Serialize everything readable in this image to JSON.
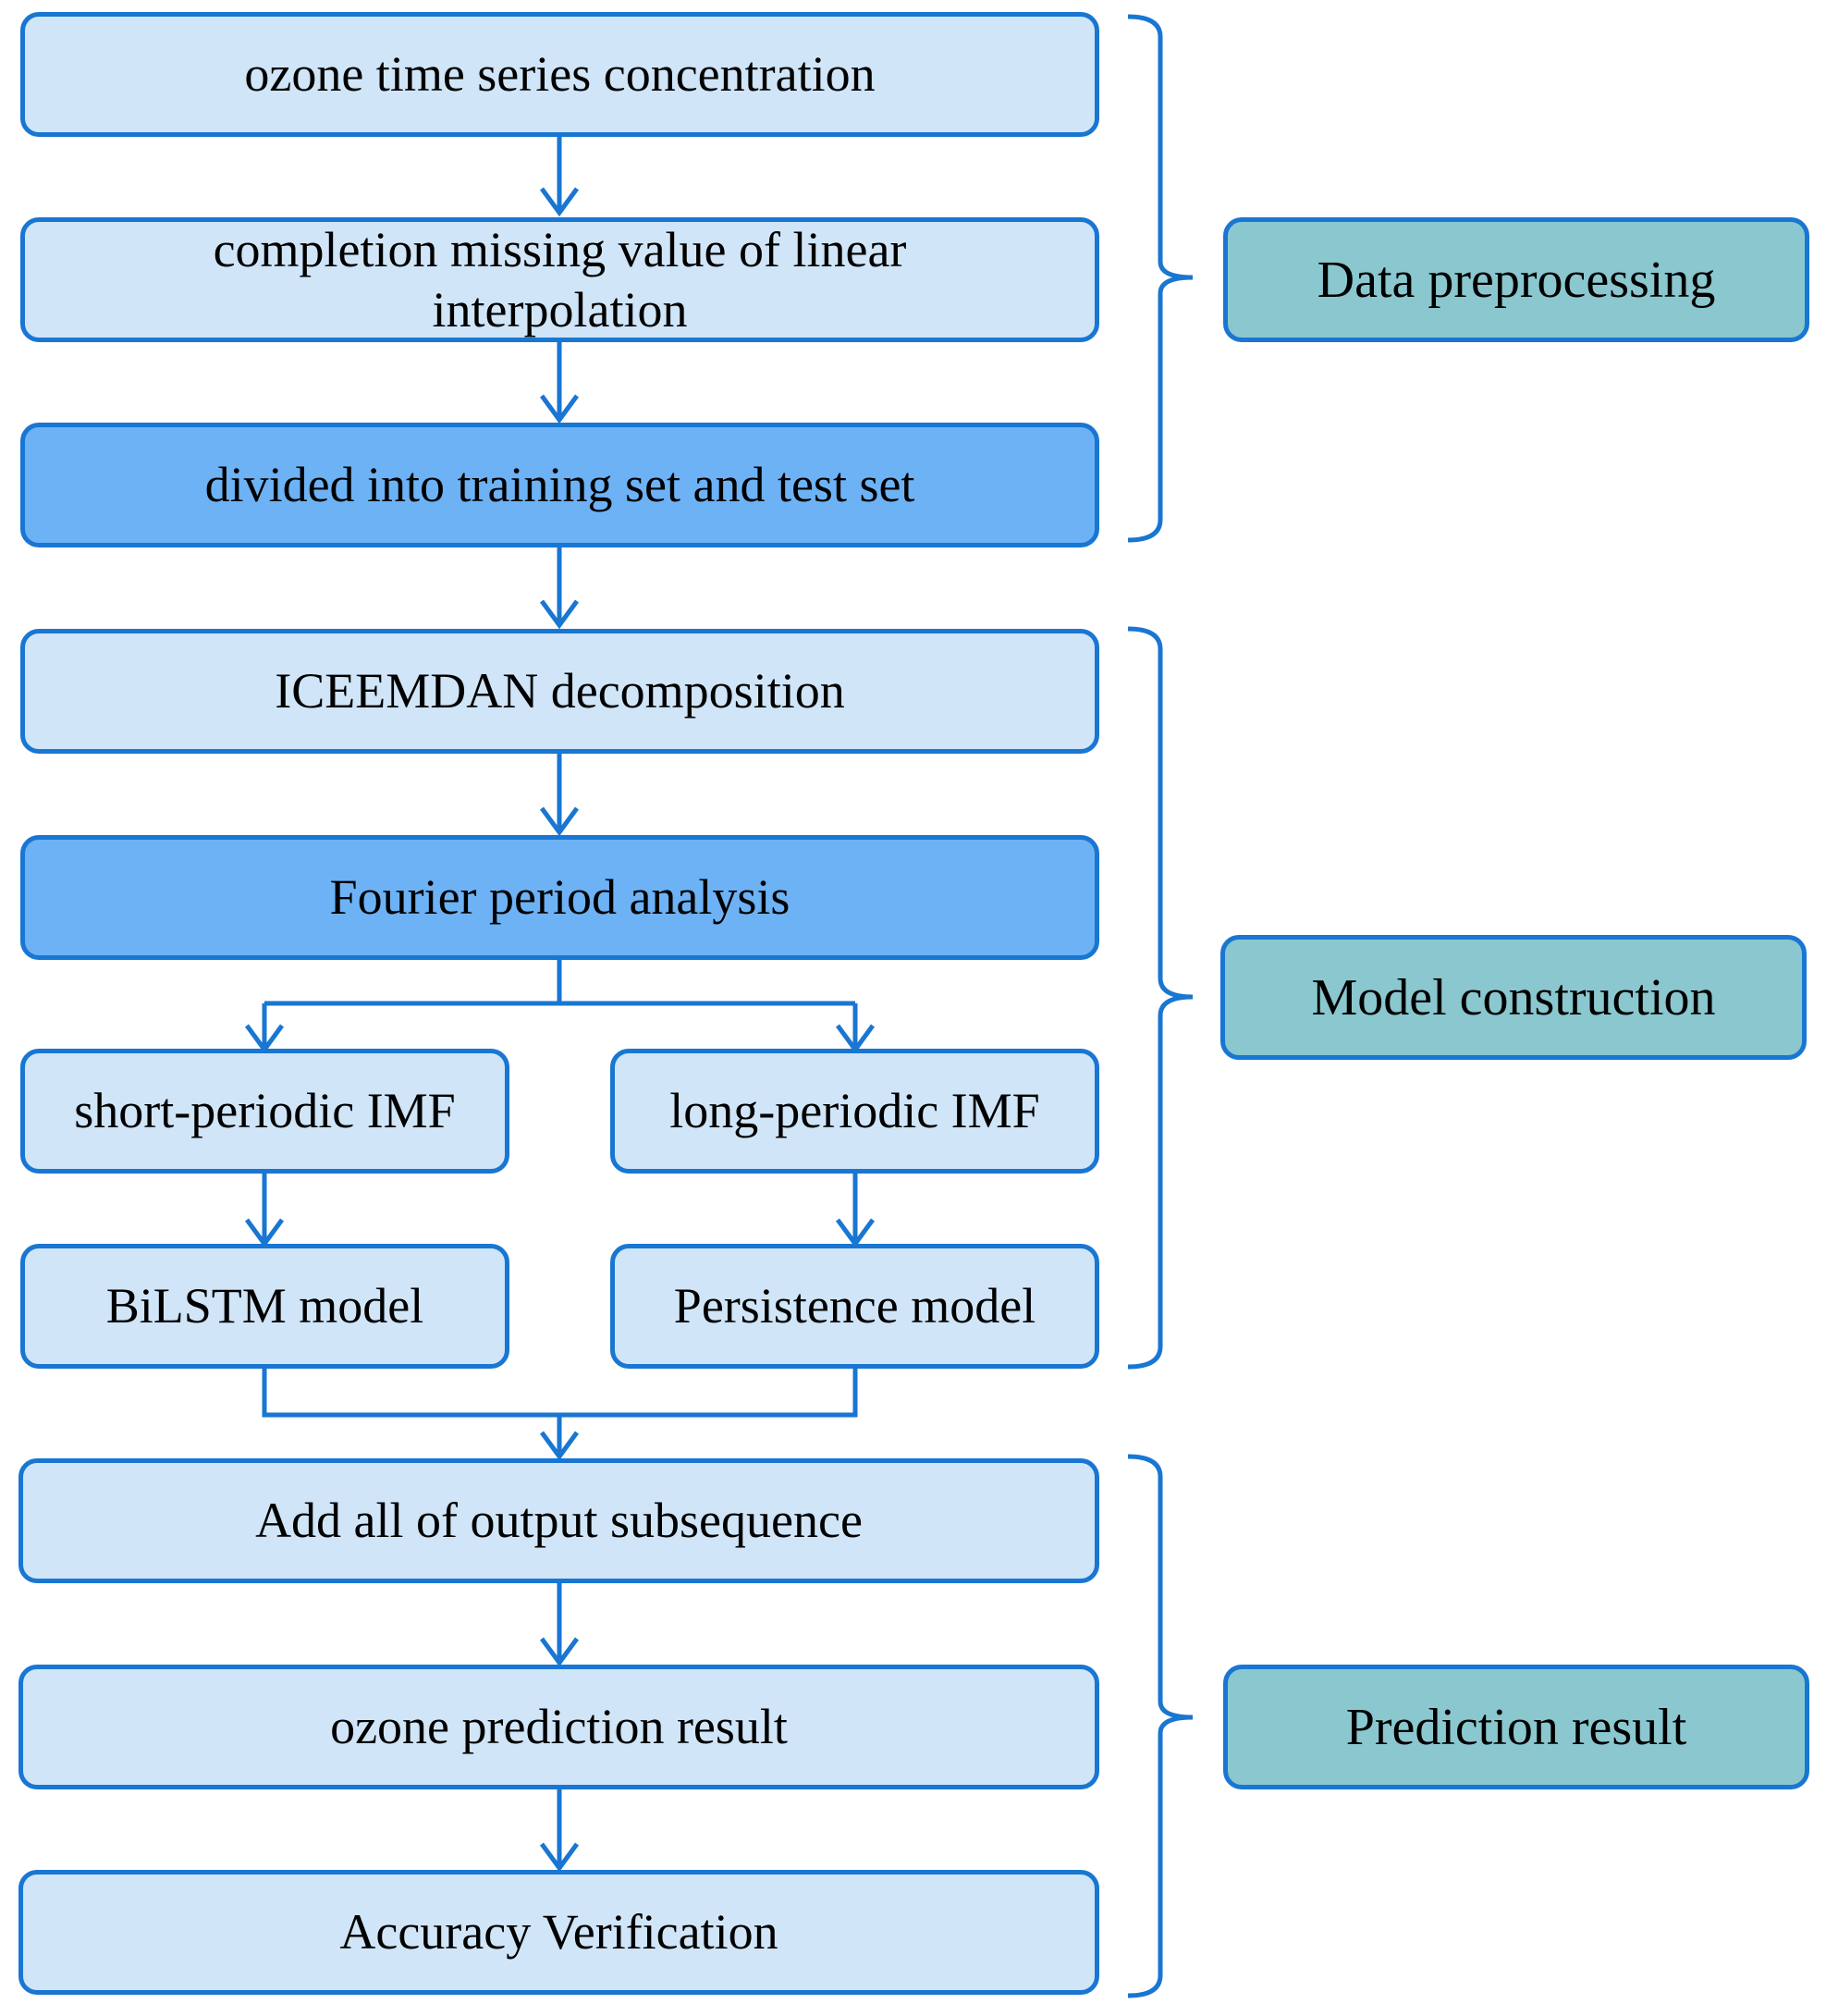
{
  "colors": {
    "stroke": "#1976d2",
    "box_fill": "#d0e5f7",
    "box_fill_highlight": "#6db2f5",
    "stage_fill": "#8ac7cf"
  },
  "steps": {
    "ozone_series": "ozone time series concentration",
    "completion": "completion missing value of linear interpolation",
    "divided": "divided into training set and test set",
    "iceemdan": "ICEEMDAN decomposition",
    "fourier": "Fourier period analysis",
    "short_imf": "short-periodic IMF",
    "long_imf": "long-periodic IMF",
    "bilstm": "BiLSTM model",
    "persistence": "Persistence model",
    "add_all": "Add all of output subsequence",
    "prediction": "ozone prediction result",
    "accuracy": "Accuracy Verification"
  },
  "stages": {
    "data_preprocessing": "Data preprocessing",
    "model_construction": "Model construction",
    "prediction_result": "Prediction result"
  }
}
